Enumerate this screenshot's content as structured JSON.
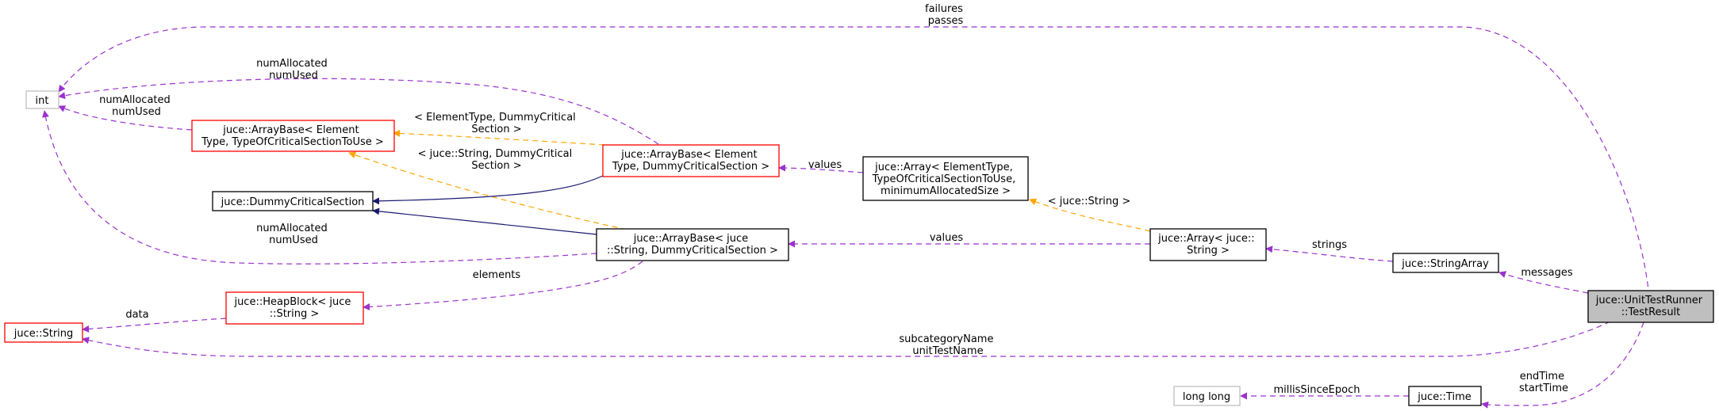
{
  "colors": {
    "usage_edge": "#9a32cd",
    "template_edge": "#ffa500",
    "inherit_edge": "#191970",
    "border_complete": "#000000",
    "border_incomplete": "#ff0000",
    "border_builtin": "#bfbfbf",
    "focus_fill": "#bfbfbf"
  },
  "nodes": {
    "int": {
      "lines": [
        "int"
      ]
    },
    "arraybase_generic": {
      "lines": [
        "juce::ArrayBase< Element",
        "Type, TypeOfCriticalSectionToUse >"
      ]
    },
    "dummy_cs": {
      "lines": [
        "juce::DummyCriticalSection"
      ]
    },
    "juce_string": {
      "lines": [
        "juce::String"
      ]
    },
    "heapblock": {
      "lines": [
        "juce::HeapBlock< juce",
        "::String >"
      ]
    },
    "arraybase_elem_dcs": {
      "lines": [
        "juce::ArrayBase< Element",
        "Type, DummyCriticalSection >"
      ]
    },
    "arraybase_string_dcs": {
      "lines": [
        "juce::ArrayBase< juce",
        "::String, DummyCriticalSection >"
      ]
    },
    "array_generic": {
      "lines": [
        "juce::Array< ElementType,",
        "TypeOfCriticalSectionToUse,",
        "minimumAllocatedSize >"
      ]
    },
    "array_string": {
      "lines": [
        "juce::Array< juce::",
        "String >"
      ]
    },
    "stringarray": {
      "lines": [
        "juce::StringArray"
      ]
    },
    "testresult": {
      "lines": [
        "juce::UnitTestRunner",
        "::TestResult"
      ]
    },
    "longlong": {
      "lines": [
        "long long"
      ]
    },
    "time": {
      "lines": [
        "juce::Time"
      ]
    }
  },
  "edges": {
    "failures_passes": {
      "lines": [
        "failures",
        "passes"
      ]
    },
    "numalloc_top": {
      "lines": [
        "numAllocated",
        "numUsed"
      ]
    },
    "numalloc_left": {
      "lines": [
        "numAllocated",
        "numUsed"
      ]
    },
    "numalloc_bottom": {
      "lines": [
        "numAllocated",
        "numUsed"
      ]
    },
    "tmpl_dcs": {
      "lines": [
        "< ElementType, DummyCritical",
        "Section >"
      ]
    },
    "tmpl_string_dcs": {
      "lines": [
        "< juce::String, DummyCritical",
        "Section >"
      ]
    },
    "values_top": {
      "lines": [
        "values"
      ]
    },
    "values_mid": {
      "lines": [
        "values"
      ]
    },
    "tmpl_string": {
      "lines": [
        "< juce::String >"
      ]
    },
    "strings": {
      "lines": [
        "strings"
      ]
    },
    "messages": {
      "lines": [
        "messages"
      ]
    },
    "elements": {
      "lines": [
        "elements"
      ]
    },
    "data": {
      "lines": [
        "data"
      ]
    },
    "subcat_unit": {
      "lines": [
        "subcategoryName",
        "unitTestName"
      ]
    },
    "endtime_starttime": {
      "lines": [
        "endTime",
        "startTime"
      ]
    },
    "millis": {
      "lines": [
        "millisSinceEpoch"
      ]
    }
  }
}
